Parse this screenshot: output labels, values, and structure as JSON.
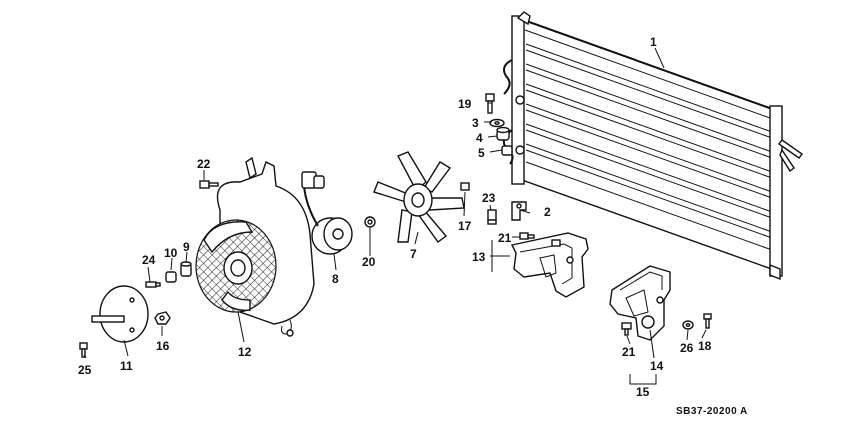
{
  "diagram": {
    "code": "SB37-20200 A",
    "callouts": [
      {
        "id": "c1",
        "text": "1"
      },
      {
        "id": "c2",
        "text": "2"
      },
      {
        "id": "c3",
        "text": "3"
      },
      {
        "id": "c4",
        "text": "4"
      },
      {
        "id": "c5",
        "text": "5"
      },
      {
        "id": "c7",
        "text": "7"
      },
      {
        "id": "c8",
        "text": "8"
      },
      {
        "id": "c9",
        "text": "9"
      },
      {
        "id": "c10",
        "text": "10"
      },
      {
        "id": "c11",
        "text": "11"
      },
      {
        "id": "c12",
        "text": "12"
      },
      {
        "id": "c13",
        "text": "13"
      },
      {
        "id": "c14",
        "text": "14"
      },
      {
        "id": "c15",
        "text": "15"
      },
      {
        "id": "c16",
        "text": "16"
      },
      {
        "id": "c17",
        "text": "17"
      },
      {
        "id": "c18",
        "text": "18"
      },
      {
        "id": "c19",
        "text": "19"
      },
      {
        "id": "c20",
        "text": "20"
      },
      {
        "id": "c21a",
        "text": "21"
      },
      {
        "id": "c21b",
        "text": "21"
      },
      {
        "id": "c22",
        "text": "22"
      },
      {
        "id": "c23",
        "text": "23"
      },
      {
        "id": "c24",
        "text": "24"
      },
      {
        "id": "c25",
        "text": "25"
      },
      {
        "id": "c26",
        "text": "26"
      }
    ]
  }
}
